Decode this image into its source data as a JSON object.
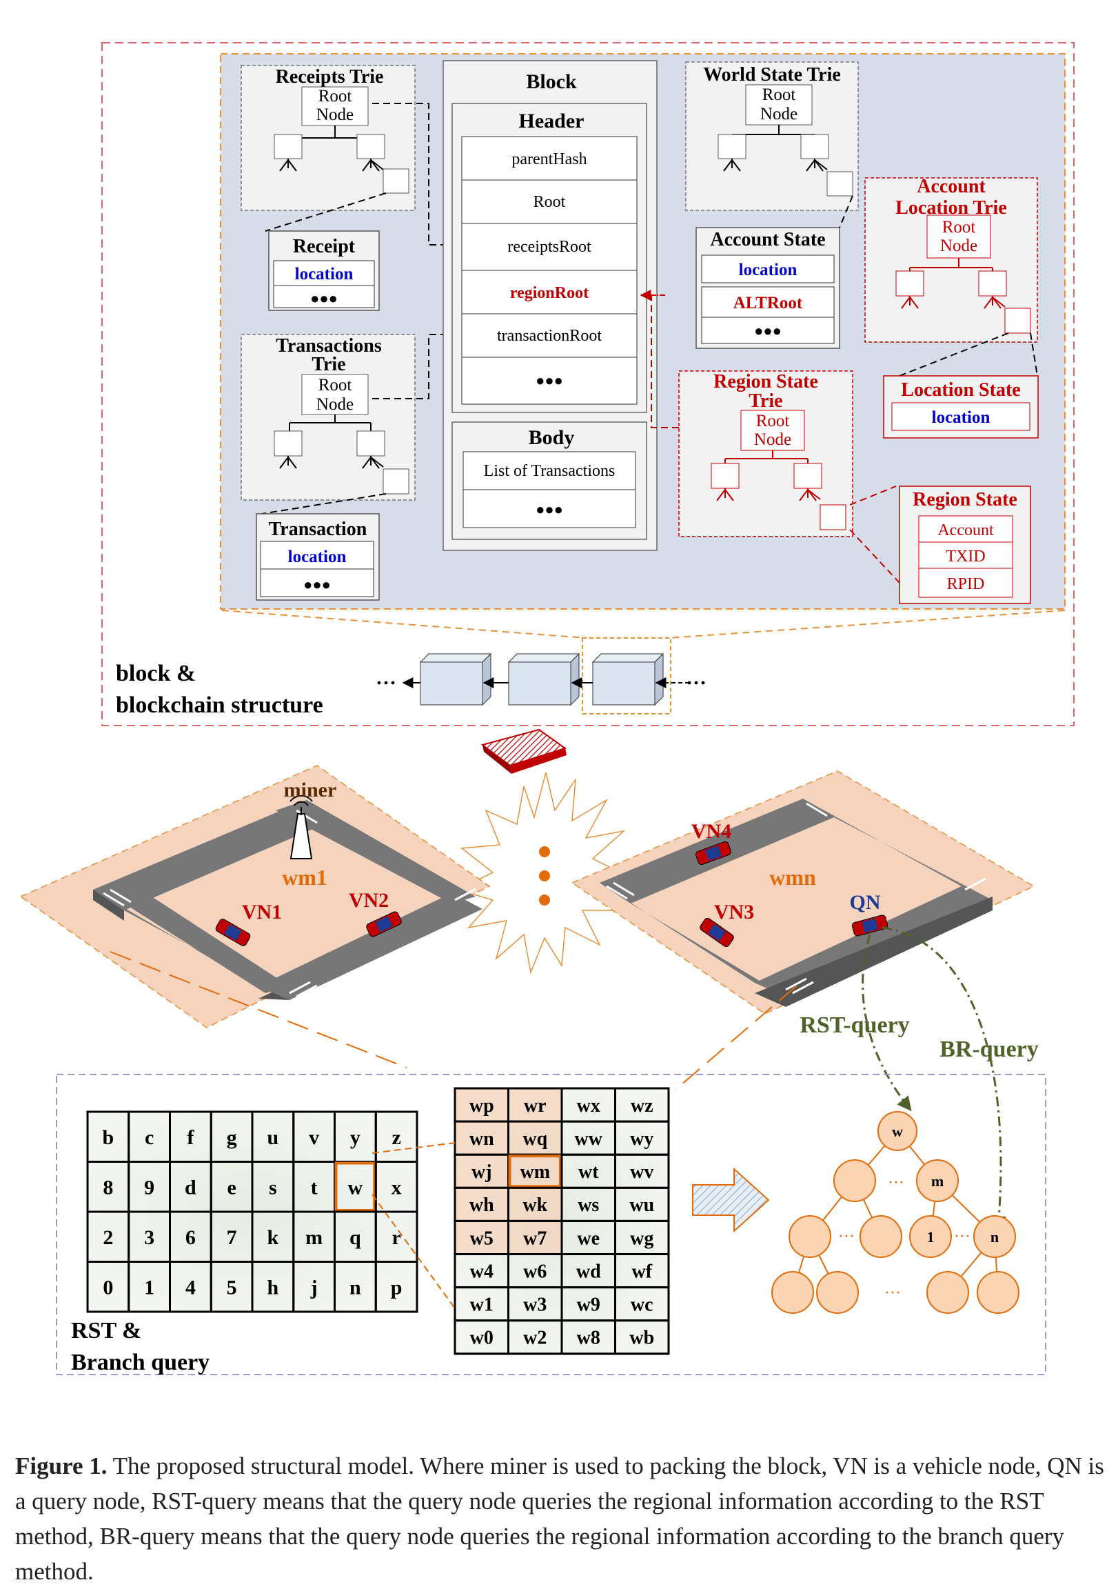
{
  "block_panel": {
    "receipts_trie": "Receipts Trie",
    "root": "Root",
    "node": "Node",
    "receipt": "Receipt",
    "location": "location",
    "dots": "●●●",
    "block": "Block",
    "header": "Header",
    "header_fields": [
      "parentHash",
      "Root",
      "receiptsRoot",
      "regionRoot",
      "transactionRoot"
    ],
    "body": "Body",
    "list_of_transactions": "List of Transactions",
    "world_state_trie": "World State Trie",
    "account_state": "Account State",
    "altroot": "ALTRoot",
    "account_location_trie": [
      "Account",
      "Location Trie"
    ],
    "location_state": "Location State",
    "transactions_trie": [
      "Transactions",
      "Trie"
    ],
    "transaction": "Transaction",
    "region_state_trie": [
      "Region State",
      "Trie"
    ],
    "region_state": "Region State",
    "region_fields": [
      "Account",
      "TXID",
      "RPID"
    ],
    "chain_label": [
      "block &",
      "blockchain structure"
    ],
    "ellipsis": "···"
  },
  "regions": {
    "miner": "miner",
    "wm1": "wm1",
    "wmn": "wmn",
    "vehicles": [
      "VN1",
      "VN2",
      "VN3",
      "VN4"
    ],
    "qn": "QN",
    "rst_query": "RST-query",
    "br_query": "BR-query"
  },
  "query_panel": {
    "label": [
      "RST &",
      "Branch query"
    ],
    "grid_coarse": [
      [
        "b",
        "c",
        "f",
        "g",
        "u",
        "v",
        "y",
        "z"
      ],
      [
        "8",
        "9",
        "d",
        "e",
        "s",
        "t",
        "w",
        "x"
      ],
      [
        "2",
        "3",
        "6",
        "7",
        "k",
        "m",
        "q",
        "r"
      ],
      [
        "0",
        "1",
        "4",
        "5",
        "h",
        "j",
        "n",
        "p"
      ]
    ],
    "grid_fine": [
      [
        "wp",
        "wr",
        "wx",
        "wz"
      ],
      [
        "wn",
        "wq",
        "ww",
        "wy"
      ],
      [
        "wj",
        "wm",
        "wt",
        "wv"
      ],
      [
        "wh",
        "wk",
        "ws",
        "wu"
      ],
      [
        "w5",
        "w7",
        "we",
        "wg"
      ],
      [
        "w4",
        "w6",
        "wd",
        "wf"
      ],
      [
        "w1",
        "w3",
        "w9",
        "wc"
      ],
      [
        "w0",
        "w2",
        "w8",
        "wb"
      ]
    ],
    "tree": {
      "root": "w",
      "m": "m",
      "one": "1",
      "n": "n",
      "ellipsis": "···"
    }
  },
  "caption": {
    "label": "Figure 1.",
    "text": " The proposed structural model. Where miner is used to packing the block, VN is a vehicle node, QN is a query node, RST-query means that the query node queries the regional information according to the RST method, BR-query means that the query node queries the regional information according to the branch query method."
  },
  "colors": {
    "red": "#c00000",
    "blue": "#0000cc",
    "orange": "#e36c0a",
    "green": "#4f6228",
    "panel_bg": "#d7dde8",
    "region_fill": "#f5d3bd",
    "tree_node": "#fbd4b4"
  }
}
